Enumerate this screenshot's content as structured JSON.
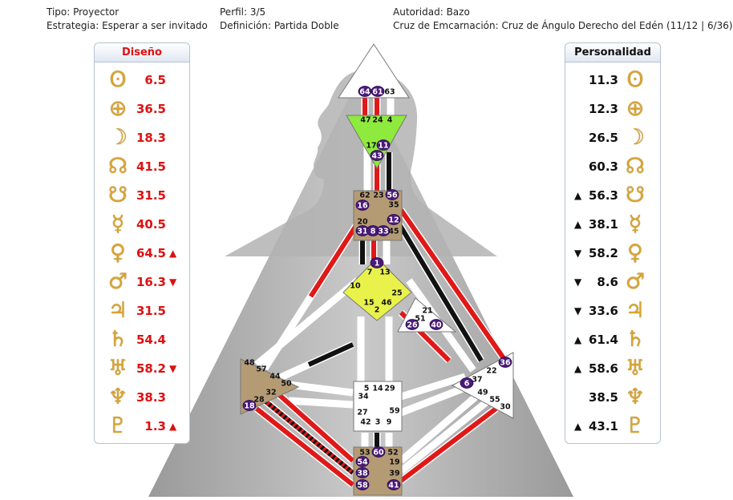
{
  "header": {
    "tipo": "Tipo: Proyector",
    "estrategia": "Estrategia: Esperar a ser invitado",
    "perfil": "Perfil: 3/5",
    "definicion": "Definición: Partida Doble",
    "autoridad": "Autoridad: Bazo",
    "cruz": "Cruz de Emcarnación: Cruz de Ángulo Derecho del Edén (11/12 | 6/36)"
  },
  "design": {
    "title": "Diseño",
    "color": "#dd1111",
    "rows": [
      {
        "planet": "sun-icon",
        "glyph": "ʘ",
        "value": "6.5",
        "arrow": ""
      },
      {
        "planet": "earth-icon",
        "glyph": "⊕",
        "value": "36.5",
        "arrow": ""
      },
      {
        "planet": "moon-icon",
        "glyph": "☽",
        "value": "18.3",
        "arrow": ""
      },
      {
        "planet": "north-node-icon",
        "glyph": "☊",
        "value": "41.5",
        "arrow": ""
      },
      {
        "planet": "south-node-icon",
        "glyph": "☋",
        "value": "31.5",
        "arrow": ""
      },
      {
        "planet": "mercury-icon",
        "glyph": "☿",
        "value": "40.5",
        "arrow": ""
      },
      {
        "planet": "venus-icon",
        "glyph": "♀",
        "value": "64.5",
        "arrow": "▲"
      },
      {
        "planet": "mars-icon",
        "glyph": "♂",
        "value": "16.3",
        "arrow": "▼"
      },
      {
        "planet": "jupiter-icon",
        "glyph": "♃",
        "value": "31.5",
        "arrow": ""
      },
      {
        "planet": "saturn-icon",
        "glyph": "♄",
        "value": "54.4",
        "arrow": ""
      },
      {
        "planet": "uranus-icon",
        "glyph": "♅",
        "value": "58.2",
        "arrow": "▼"
      },
      {
        "planet": "neptune-icon",
        "glyph": "♆",
        "value": "38.3",
        "arrow": ""
      },
      {
        "planet": "pluto-icon",
        "glyph": "♇",
        "value": "1.3",
        "arrow": "▲"
      }
    ]
  },
  "personality": {
    "title": "Personalidad",
    "color": "#111111",
    "rows": [
      {
        "planet": "sun-icon",
        "glyph": "ʘ",
        "value": "11.3",
        "arrow": ""
      },
      {
        "planet": "earth-icon",
        "glyph": "⊕",
        "value": "12.3",
        "arrow": ""
      },
      {
        "planet": "moon-icon",
        "glyph": "☽",
        "value": "26.5",
        "arrow": ""
      },
      {
        "planet": "north-node-icon",
        "glyph": "☊",
        "value": "60.3",
        "arrow": ""
      },
      {
        "planet": "south-node-icon",
        "glyph": "☋",
        "value": "56.3",
        "arrow": "▲"
      },
      {
        "planet": "mercury-icon",
        "glyph": "☿",
        "value": "38.1",
        "arrow": "▲"
      },
      {
        "planet": "venus-icon",
        "glyph": "♀",
        "value": "58.2",
        "arrow": "▼"
      },
      {
        "planet": "mars-icon",
        "glyph": "♂",
        "value": "8.6",
        "arrow": "▼"
      },
      {
        "planet": "jupiter-icon",
        "glyph": "♃",
        "value": "33.6",
        "arrow": "▼"
      },
      {
        "planet": "saturn-icon",
        "glyph": "♄",
        "value": "61.4",
        "arrow": "▲"
      },
      {
        "planet": "uranus-icon",
        "glyph": "♅",
        "value": "58.6",
        "arrow": "▲"
      },
      {
        "planet": "neptune-icon",
        "glyph": "♆",
        "value": "38.5",
        "arrow": ""
      },
      {
        "planet": "pluto-icon",
        "glyph": "♇",
        "value": "43.1",
        "arrow": "▲"
      }
    ]
  },
  "centers": {
    "head": {
      "color": "#ffffff",
      "gates": [
        "64",
        "61",
        "63"
      ],
      "active": [
        "64",
        "61"
      ]
    },
    "ajna": {
      "color": "#8eea3c",
      "gates": [
        "47",
        "24",
        "4",
        "17",
        "11",
        "43"
      ],
      "active": [
        "11",
        "43"
      ]
    },
    "throat": {
      "color": "#b59b74",
      "gates": [
        "62",
        "23",
        "56",
        "16",
        "35",
        "20",
        "12",
        "31",
        "8",
        "33",
        "45"
      ],
      "active": [
        "56",
        "16",
        "12",
        "31",
        "8",
        "33"
      ]
    },
    "g": {
      "color": "#e8f24a",
      "gates": [
        "1",
        "7",
        "13",
        "10",
        "25",
        "15",
        "46",
        "2"
      ],
      "active": [
        "1"
      ]
    },
    "heart": {
      "color": "#ffffff",
      "gates": [
        "21",
        "51",
        "26",
        "40"
      ],
      "active": [
        "26",
        "40"
      ]
    },
    "spleen": {
      "color": "#b59b74",
      "gates": [
        "48",
        "57",
        "44",
        "50",
        "32",
        "28",
        "18"
      ],
      "active": [
        "18"
      ]
    },
    "sacral": {
      "color": "#ffffff",
      "gates": [
        "5",
        "14",
        "29",
        "34",
        "27",
        "59",
        "42",
        "3",
        "9"
      ],
      "active": []
    },
    "solar": {
      "color": "#ffffff",
      "gates": [
        "36",
        "22",
        "37",
        "6",
        "49",
        "55",
        "30"
      ],
      "active": [
        "36",
        "6"
      ]
    },
    "root": {
      "color": "#b59b74",
      "gates": [
        "53",
        "60",
        "52",
        "54",
        "19",
        "38",
        "39",
        "58",
        "41"
      ],
      "active": [
        "60",
        "54",
        "38",
        "58",
        "41"
      ]
    }
  }
}
